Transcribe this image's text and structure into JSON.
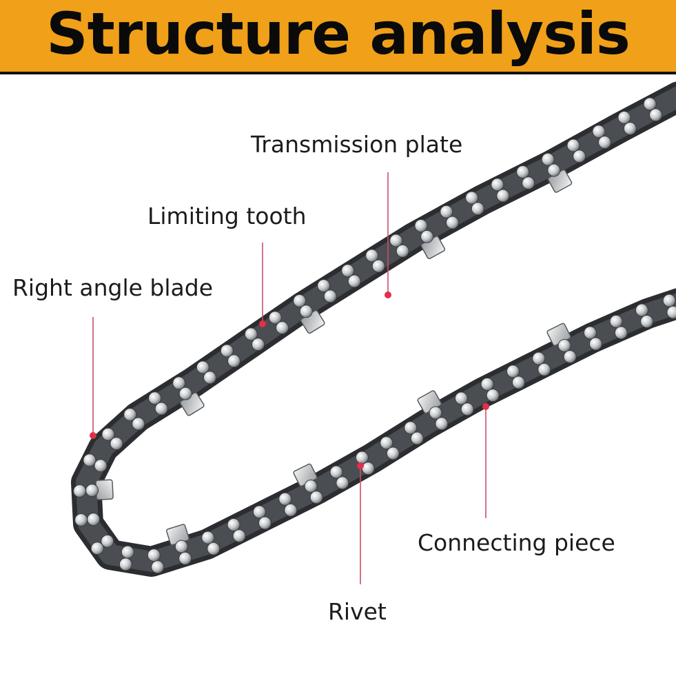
{
  "header": {
    "title": "Structure analysis"
  },
  "colors": {
    "banner": "#F0A019",
    "leader_line": "#c8506a",
    "marker": "#e0304a",
    "chain_dark": "#2b2d30",
    "chain_light": "#d9dcde"
  },
  "labels": {
    "transmission_plate": "Transmission plate",
    "limiting_tooth": "Limiting tooth",
    "right_angle_blade": "Right angle blade",
    "connecting_piece": "Connecting piece",
    "rivet": "Rivet"
  }
}
